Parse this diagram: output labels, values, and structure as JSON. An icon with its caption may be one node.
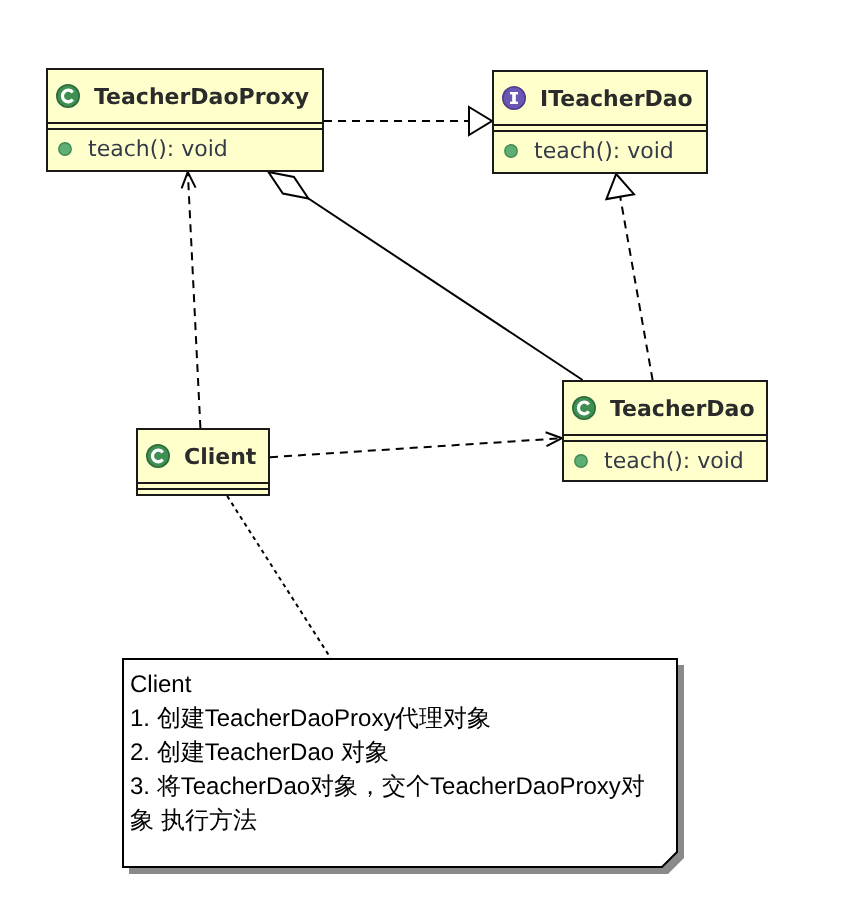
{
  "diagram": {
    "nodes": [
      {
        "text": [
          "TeacherDaoProxy",
          "teach(): void"
        ]
      },
      {
        "text": [
          "ITeacherDao",
          "teach(): void"
        ]
      },
      {
        "text": [
          "TeacherDao",
          "teach(): void"
        ]
      },
      {
        "text": [
          "Client"
        ]
      },
      {
        "text": [
          "Client",
          "1. 创建TeacherDaoProxy代理对象",
          "2. 创建TeacherDao 对象",
          "3. 将TeacherDao对象，交个TeacherDaoProxy对象 执行方法"
        ]
      }
    ],
    "edges": [
      {
        "from": 0,
        "to": 1,
        "arrow": "to",
        "style": "dashed"
      },
      {
        "from": 2,
        "to": 1,
        "arrow": "to",
        "style": "dashed"
      },
      {
        "from": 0,
        "to": 2,
        "arrow": "other"
      },
      {
        "from": 3,
        "to": 0,
        "arrow": "to",
        "style": "dashed"
      },
      {
        "from": 3,
        "to": 2,
        "arrow": "to",
        "style": "dashed"
      },
      {
        "from": 3,
        "to": 4,
        "arrow": "none",
        "style": "dashed"
      }
    ]
  }
}
